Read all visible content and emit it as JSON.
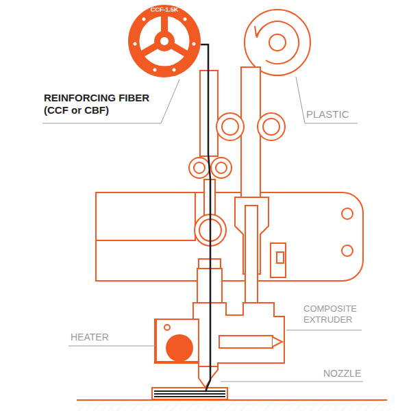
{
  "diagram": {
    "labels": [
      "CCF-1.5K",
      "REINFORCING FIBER (CCF or CBF)",
      "PLASTIC",
      "COMPOSITE EXTRUDER",
      "HEATER",
      "NOZZLE"
    ]
  }
}
